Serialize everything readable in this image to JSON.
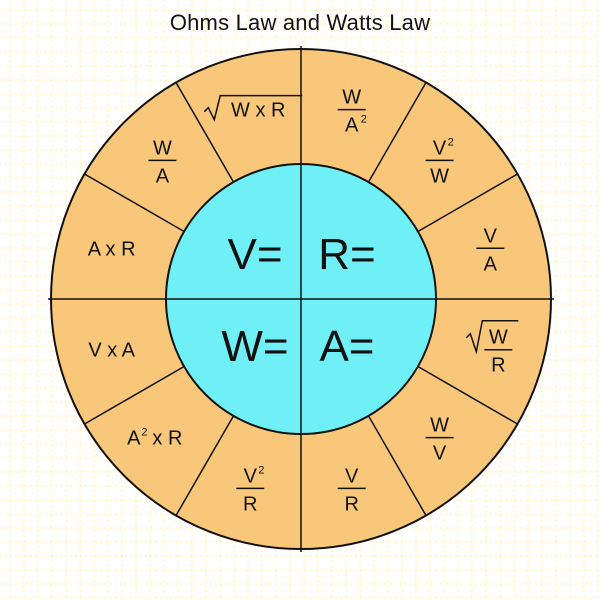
{
  "title": "Ohms Law and Watts Law",
  "colors": {
    "background": "#ffffff",
    "grid": "#ffee66",
    "outer_ring": "#f9c779",
    "inner_circle": "#6ff0f6",
    "outline": "#111111",
    "text": "#111111"
  },
  "center": [
    {
      "id": "V",
      "label": "V="
    },
    {
      "id": "R",
      "label": "R="
    },
    {
      "id": "W",
      "label": "W="
    },
    {
      "id": "A",
      "label": "A="
    }
  ],
  "formulas": [
    {
      "id": "r1",
      "kind": "frac",
      "num": "W",
      "num_sup": "",
      "den": "A",
      "den_sup": "2"
    },
    {
      "id": "r2",
      "kind": "frac",
      "num": "V",
      "num_sup": "2",
      "den": "W",
      "den_sup": ""
    },
    {
      "id": "r3",
      "kind": "frac",
      "num": "V",
      "num_sup": "",
      "den": "A",
      "den_sup": ""
    },
    {
      "id": "a1",
      "kind": "sqrtfrac",
      "num": "W",
      "num_sup": "",
      "den": "R",
      "den_sup": ""
    },
    {
      "id": "a2",
      "kind": "frac",
      "num": "W",
      "num_sup": "",
      "den": "V",
      "den_sup": ""
    },
    {
      "id": "a3",
      "kind": "frac",
      "num": "V",
      "num_sup": "",
      "den": "R",
      "den_sup": ""
    },
    {
      "id": "w1",
      "kind": "frac",
      "num": "V",
      "num_sup": "2",
      "den": "R",
      "den_sup": ""
    },
    {
      "id": "w2",
      "kind": "text",
      "base": "A",
      "sup": "2",
      "rest": "x R"
    },
    {
      "id": "w3",
      "kind": "text",
      "base": "V x A",
      "sup": "",
      "rest": ""
    },
    {
      "id": "v1",
      "kind": "text",
      "base": "A x R",
      "sup": "",
      "rest": ""
    },
    {
      "id": "v2",
      "kind": "frac",
      "num": "W",
      "num_sup": "",
      "den": "A",
      "den_sup": ""
    },
    {
      "id": "v3",
      "kind": "sqrt",
      "base": "W x R"
    }
  ]
}
